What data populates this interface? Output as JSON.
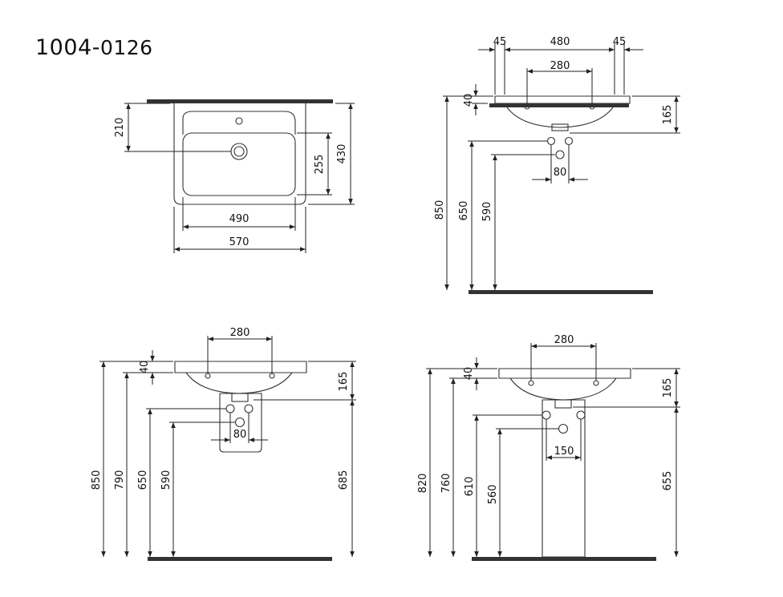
{
  "product": {
    "prefix": "1004-",
    "code": "0126"
  },
  "colors": {
    "line": "#222222",
    "wall": "#333333",
    "background": "#ffffff"
  },
  "views": {
    "top": {
      "dims": {
        "w_inner": "490",
        "w_outer": "570",
        "d_tap": "210",
        "d_bowl": "255",
        "d_total": "430"
      }
    },
    "side_wall": {
      "dims": {
        "w_mid": "480",
        "w_left": "45",
        "w_right": "45",
        "holes": "280",
        "rim": "40",
        "depth": "165",
        "h_top": "850",
        "h_waste": "650",
        "h_supply": "590",
        "supply_spacing": "80"
      }
    },
    "half_pedestal": {
      "dims": {
        "holes": "280",
        "rim": "40",
        "depth": "165",
        "h_top": "850",
        "h_rim": "790",
        "h_waste": "650",
        "h_supply": "590",
        "supply_spacing": "80",
        "h_ped": "685"
      }
    },
    "full_pedestal": {
      "dims": {
        "holes": "280",
        "rim": "40",
        "depth": "165",
        "h_top": "820",
        "h_rim": "760",
        "h_waste": "610",
        "h_supply": "560",
        "supply_spacing": "150",
        "h_ped": "655"
      }
    }
  }
}
